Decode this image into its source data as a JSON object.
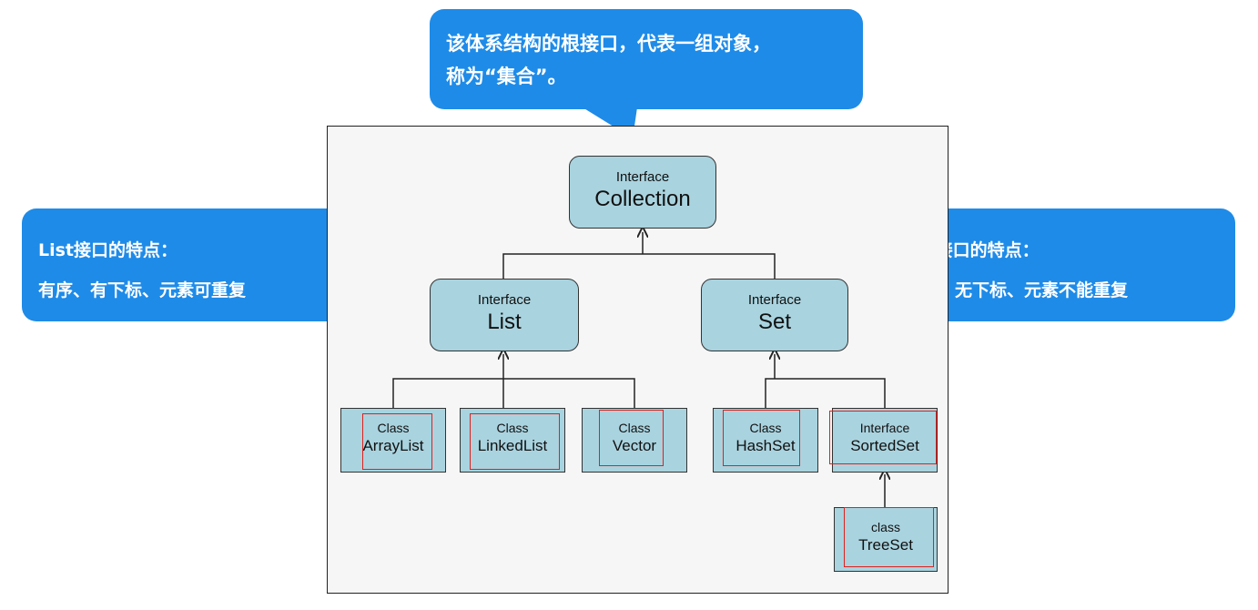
{
  "callouts": {
    "top": {
      "line1": "该体系结构的根接口，代表一组对象，",
      "line2": "称为“集合”。"
    },
    "left": {
      "title": "List接口的特点：",
      "desc": "有序、有下标、元素可重复"
    },
    "right": {
      "title": "Set接口的特点：",
      "desc": "无序、无下标、元素不能重复"
    }
  },
  "nodes": {
    "collection": {
      "kind": "Interface",
      "name": "Collection"
    },
    "list": {
      "kind": "Interface",
      "name": "List"
    },
    "set": {
      "kind": "Interface",
      "name": "Set"
    },
    "arraylist": {
      "kind": "Class",
      "name": "ArrayList"
    },
    "linkedlist": {
      "kind": "Class",
      "name": "LinkedList"
    },
    "vector": {
      "kind": "Class",
      "name": "Vector"
    },
    "hashset": {
      "kind": "Class",
      "name": "HashSet"
    },
    "sortedset": {
      "kind": "Interface",
      "name": "SortedSet"
    },
    "treeset": {
      "kind": "class",
      "name": "TreeSet"
    }
  },
  "colors": {
    "node_fill": "#a9d3df",
    "callout": "#1e8be8",
    "highlight": "#e0201c"
  }
}
